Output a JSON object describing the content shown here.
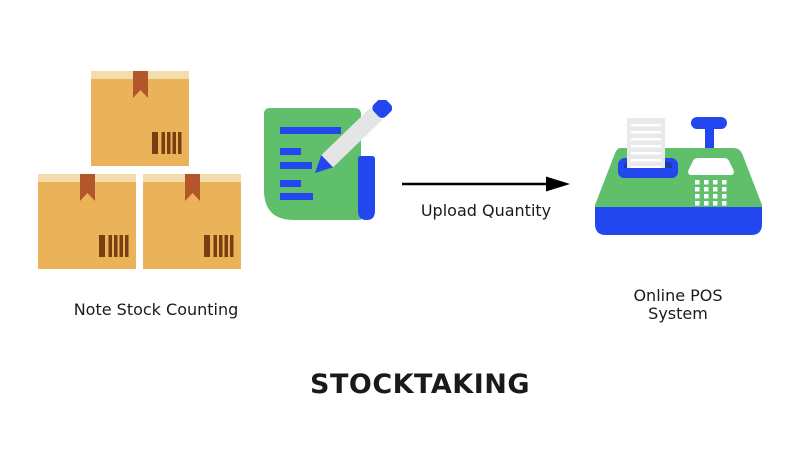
{
  "diagram": {
    "title": "STOCKTAKING",
    "steps": [
      {
        "id": "stock-boxes",
        "icon": "stacked-boxes-icon",
        "label": "Note Stock Counting"
      },
      {
        "id": "note-counting",
        "icon": "notepad-pencil-icon",
        "label": ""
      },
      {
        "id": "online-pos",
        "icon": "cash-register-icon",
        "label": "Online POS System"
      }
    ],
    "arrow_label": "Upload Quantity",
    "colors": {
      "green": "#5FBF6B",
      "blue": "#2247EE",
      "slot_navy": "#1B38AE",
      "box_body": "#EAB259",
      "box_lid": "#F4DDAD",
      "box_ribbon": "#B4562B",
      "box_barcode": "#7B3D12",
      "receipt_paper": "#E9E9E9",
      "pencil_body": "#E5E5E6",
      "arrow": "#000000",
      "text": "#1A1A1A",
      "background": "#FFFFFF"
    }
  }
}
